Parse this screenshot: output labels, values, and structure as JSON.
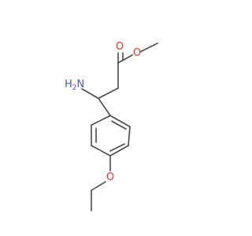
{
  "molecule": {
    "atoms": {
      "carbonyl_oxygen": {
        "symbol": "O"
      },
      "ester_oxygen": {
        "symbol": "O"
      },
      "amine": {
        "symbol": "H",
        "subscript": "2",
        "suffix": "N"
      },
      "ether_oxygen": {
        "symbol": "O"
      }
    }
  },
  "colors": {
    "bond": "#4a4a4a",
    "oxygen": "#e8322a",
    "nitrogen": "#3b5bdb",
    "background": "#ffffff"
  }
}
